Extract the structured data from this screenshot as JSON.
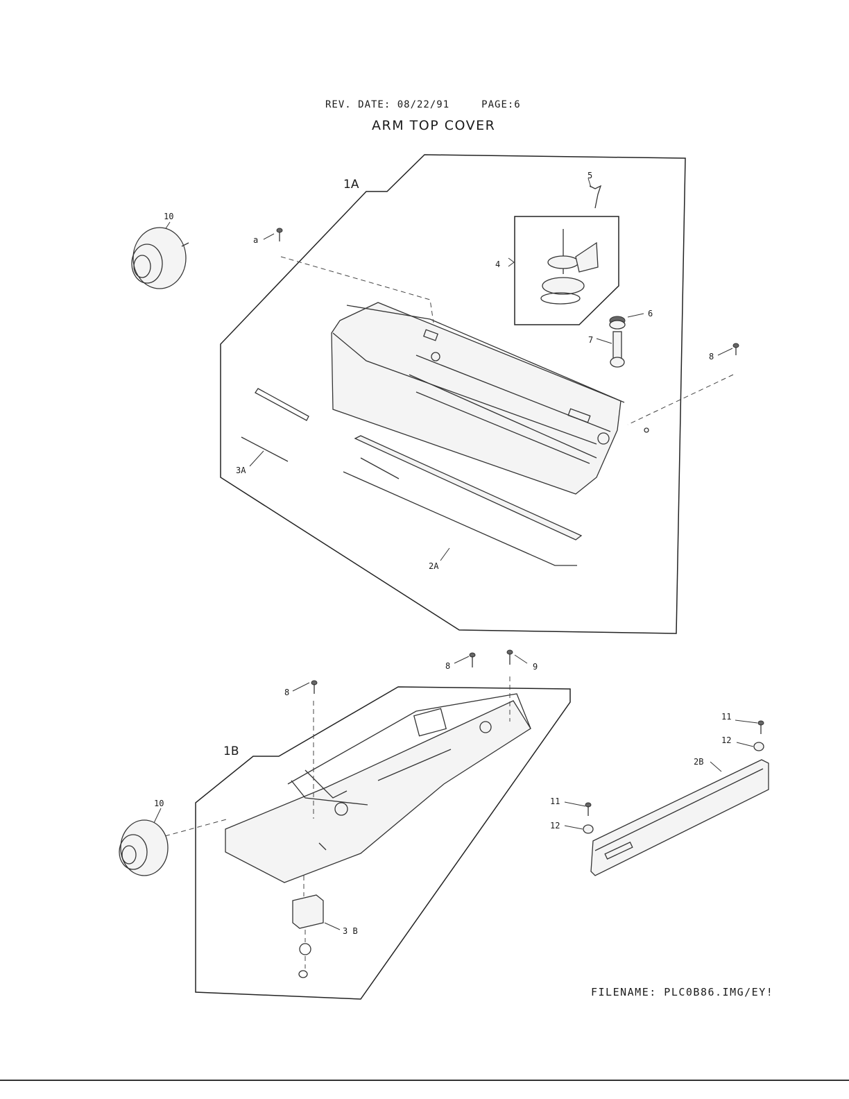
{
  "header": {
    "rev_date": "REV. DATE: 08/22/91",
    "page": "PAGE:6",
    "title": "ARM TOP COVER"
  },
  "footer": {
    "filename": "FILENAME: PLC0B86.IMG/EY!"
  },
  "callouts": {
    "1A": "1A",
    "2A": "2A",
    "3A": "3A",
    "4": "4",
    "5": "5",
    "6": "6",
    "7": "7",
    "8": "8",
    "8_top": "8",
    "8_b1": "8",
    "8_b2": "8",
    "9": "9",
    "10_top": "10",
    "10_bot": "10",
    "1B": "1B",
    "2B": "2B",
    "3B": "3 B",
    "11_top": "11",
    "12_top": "12",
    "11_bot": "11",
    "12_bot": "12",
    "a": "a"
  }
}
